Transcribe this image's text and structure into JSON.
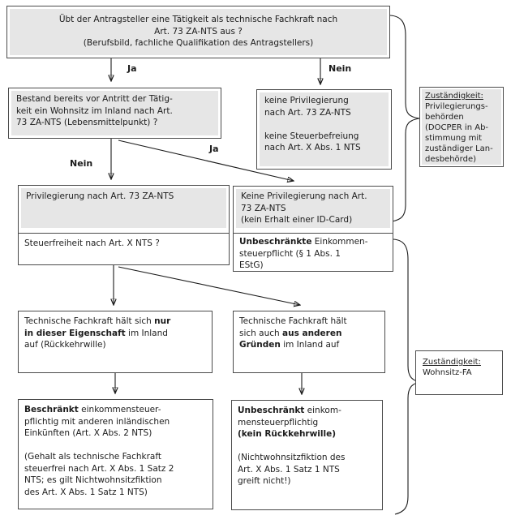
{
  "colors": {
    "box_fill": "#e6e6e6",
    "border": "#4b4b4b",
    "text": "#1c1c1c"
  },
  "edge_labels": {
    "ja_top": "Ja",
    "nein_top": "Nein",
    "nein_mid": "Nein",
    "ja_mid": "Ja"
  },
  "nodes": {
    "question_taetigkeit": {
      "segments": [
        {
          "t": "Übt der Antragsteller eine Tätigkeit als technische Fachkraft nach"
        },
        {
          "br": true
        },
        {
          "t": "Art. 73 ZA-NTS aus ?"
        },
        {
          "br": true
        },
        {
          "t": "(Berufsbild, fachliche Qualifikation des Antragstellers)"
        }
      ]
    },
    "wohnsitz_frage": {
      "segments": [
        {
          "t": "Bestand bereits vor Antritt der Tätig-"
        },
        {
          "br": true
        },
        {
          "t": "keit ein Wohnsitz im Inland nach Art."
        },
        {
          "br": true
        },
        {
          "t": "73 ZA-NTS (Lebensmittelpunkt) ?"
        }
      ]
    },
    "keine_privilegierung_keine_steuerbefreiung": {
      "segments": [
        {
          "t": "keine Privilegierung"
        },
        {
          "br": true
        },
        {
          "t": "nach Art. 73 ZA-NTS"
        },
        {
          "br": true
        },
        {
          "br": true
        },
        {
          "t": "keine Steuerbefreiung"
        },
        {
          "br": true
        },
        {
          "t": "nach Art. X Abs. 1 NTS"
        }
      ]
    },
    "privilegierung": {
      "segments": [
        {
          "t": "Privilegierung nach Art. 73 ZA-NTS"
        }
      ]
    },
    "steuerfreiheit_frage": {
      "segments": [
        {
          "t": "Steuerfreiheit nach Art. X NTS ?"
        }
      ]
    },
    "keine_privilegierung_id_card": {
      "segments": [
        {
          "t": "Keine Privilegierung nach Art."
        },
        {
          "br": true
        },
        {
          "t": "73 ZA-NTS"
        },
        {
          "br": true
        },
        {
          "t": "(kein Erhalt einer ID-Card)"
        }
      ]
    },
    "unbeschraenkte_est_pflicht": {
      "segments": [
        {
          "t": "Unbeschränkte",
          "b": true
        },
        {
          "t": " Einkommen-"
        },
        {
          "br": true
        },
        {
          "t": "steuerpflicht (§ 1 Abs. 1"
        },
        {
          "br": true
        },
        {
          "t": "EStG)"
        }
      ]
    },
    "nur_eigenschaft": {
      "segments": [
        {
          "t": "Technische Fachkraft hält sich "
        },
        {
          "t": "nur",
          "b": true
        },
        {
          "br": true
        },
        {
          "t": "in dieser Eigenschaft",
          "b": true
        },
        {
          "t": " im Inland"
        },
        {
          "br": true
        },
        {
          "t": "auf (Rückkehrwille)"
        }
      ]
    },
    "andere_gruende": {
      "segments": [
        {
          "t": "Technische Fachkraft hält"
        },
        {
          "br": true
        },
        {
          "t": "sich auch "
        },
        {
          "t": "aus anderen",
          "b": true
        },
        {
          "br": true
        },
        {
          "t": "Gründen",
          "b": true
        },
        {
          "t": " im Inland auf"
        }
      ]
    },
    "beschraenkt_pflichtig": {
      "segments": [
        {
          "t": "Beschränkt",
          "b": true
        },
        {
          "t": " einkommensteuer-"
        },
        {
          "br": true
        },
        {
          "t": "pflichtig mit anderen inländischen"
        },
        {
          "br": true
        },
        {
          "t": "Einkünften (Art. X Abs. 2 NTS)"
        },
        {
          "br": true
        },
        {
          "br": true
        },
        {
          "t": "(Gehalt als technische Fachkraft"
        },
        {
          "br": true
        },
        {
          "t": "steuerfrei nach Art. X Abs. 1 Satz 2"
        },
        {
          "br": true
        },
        {
          "t": "NTS; es gilt Nichtwohnsitzfiktion"
        },
        {
          "br": true
        },
        {
          "t": "des Art. X Abs. 1 Satz 1 NTS)"
        }
      ]
    },
    "unbeschraenkt_pflichtig": {
      "segments": [
        {
          "t": "Unbeschränkt",
          "b": true
        },
        {
          "t": " einkom-"
        },
        {
          "br": true
        },
        {
          "t": "mensteuerpflichtig"
        },
        {
          "br": true
        },
        {
          "t": "(kein Rückkehrwille)",
          "b": true
        },
        {
          "br": true
        },
        {
          "br": true
        },
        {
          "t": "(Nichtwohnsitzfiktion des"
        },
        {
          "br": true
        },
        {
          "t": "Art. X Abs. 1 Satz 1 NTS"
        },
        {
          "br": true
        },
        {
          "t": "greift nicht!)"
        }
      ]
    }
  },
  "annotations": {
    "privilegierungsbehoerden": {
      "segments": [
        {
          "t": "Zuständigkeit:",
          "u": true
        },
        {
          "br": true
        },
        {
          "t": "Privilegierungs-"
        },
        {
          "br": true
        },
        {
          "t": "behörden"
        },
        {
          "br": true
        },
        {
          "t": "(DOCPER in Ab-"
        },
        {
          "br": true
        },
        {
          "t": "stimmung mit"
        },
        {
          "br": true
        },
        {
          "t": "zuständiger Lan-"
        },
        {
          "br": true
        },
        {
          "t": "desbehörde)"
        }
      ]
    },
    "wohnsitz_fa": {
      "segments": [
        {
          "t": "Zuständigkeit:",
          "u": true
        },
        {
          "br": true
        },
        {
          "t": "Wohnsitz-FA"
        }
      ]
    }
  }
}
